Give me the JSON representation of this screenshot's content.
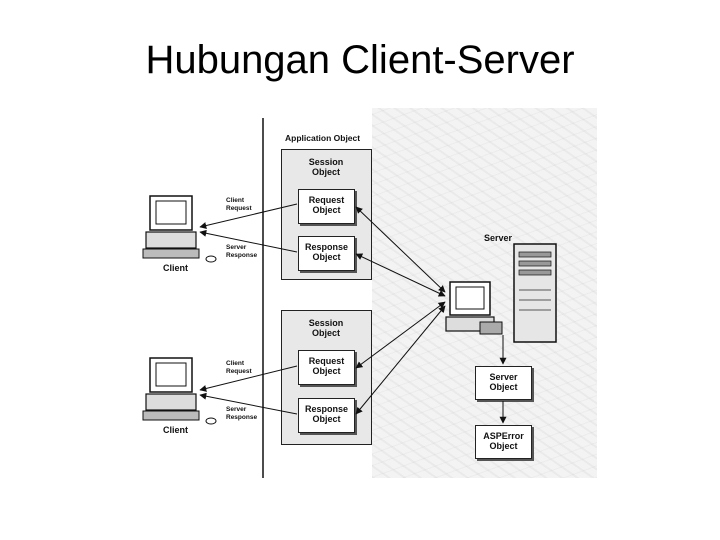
{
  "slide": {
    "title": "Hubungan Client-Server"
  },
  "diagram": {
    "application_object": "Application Object",
    "sessions": [
      {
        "title": "Session\nObject",
        "request": "Request\nObject",
        "response": "Response\nObject"
      },
      {
        "title": "Session\nObject",
        "request": "Request\nObject",
        "response": "Response\nObject"
      }
    ],
    "clients": [
      {
        "label": "Client",
        "request_label": "Client\nRequest",
        "response_label": "Server\nResponse"
      },
      {
        "label": "Client",
        "request_label": "Client\nRequest",
        "response_label": "Server\nResponse"
      }
    ],
    "server_label": "Server",
    "server_object": "Server\nObject",
    "asperror_object": "ASPError\nObject"
  }
}
